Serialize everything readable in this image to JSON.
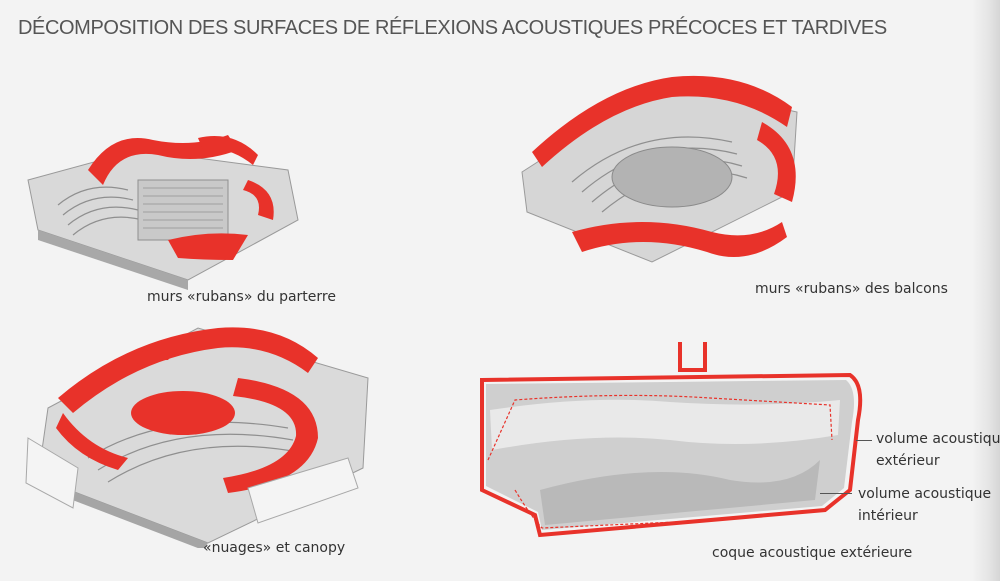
{
  "title": "DÉCOMPOSITION DES SURFACES DE RÉFLEXIONS ACOUSTIQUES PRÉCOCES ET TARDIVES",
  "panels": {
    "parterre": {
      "caption": "murs «rubans» du parterre"
    },
    "balcons": {
      "caption": "murs «rubans» des balcons"
    },
    "nuages": {
      "caption": "«nuages» et canopy"
    },
    "coque": {
      "caption": "coque acoustique extérieure",
      "label_ext_1": "volume acoustique",
      "label_ext_2": "extérieur",
      "label_int_1": "volume acoustique",
      "label_int_2": "intérieur"
    }
  },
  "colors": {
    "accent": "#e8322a",
    "model": "#bdbdbd",
    "background": "#f3f3f3"
  }
}
